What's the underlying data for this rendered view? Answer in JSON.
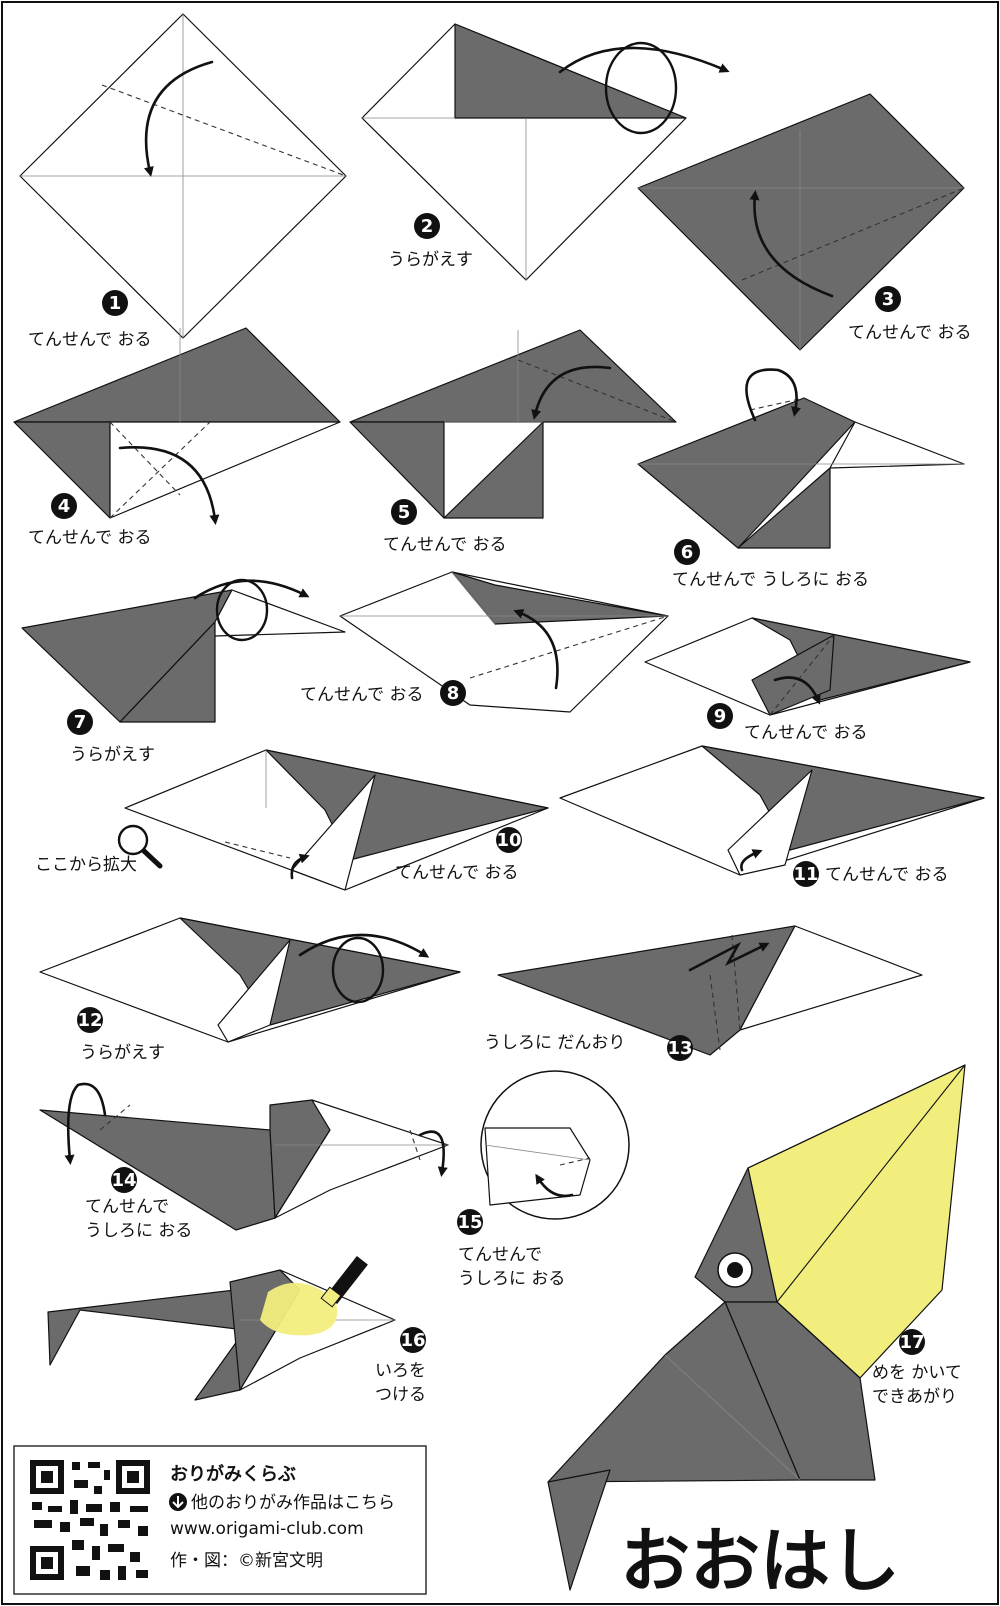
{
  "title": "おおはし",
  "steps": [
    {
      "num": "1",
      "caption": "てんせんで おる"
    },
    {
      "num": "2",
      "caption": "うらがえす"
    },
    {
      "num": "3",
      "caption": "てんせんで おる"
    },
    {
      "num": "4",
      "caption": "てんせんで おる"
    },
    {
      "num": "5",
      "caption": "てんせんで おる"
    },
    {
      "num": "6",
      "caption": "てんせんで うしろに おる"
    },
    {
      "num": "7",
      "caption": "うらがえす"
    },
    {
      "num": "8",
      "caption": "てんせんで おる"
    },
    {
      "num": "9",
      "caption": "てんせんで おる"
    },
    {
      "num": "10",
      "caption": "てんせんで おる"
    },
    {
      "num": "11",
      "caption": "てんせんで おる"
    },
    {
      "num": "12",
      "caption": "うらがえす"
    },
    {
      "num": "13",
      "caption": "うしろに だんおり"
    },
    {
      "num": "14",
      "caption": "てんせんで",
      "caption2": "うしろに おる"
    },
    {
      "num": "15",
      "caption": "てんせんで",
      "caption2": "うしろに おる"
    },
    {
      "num": "16",
      "caption": "いろを",
      "caption2": "つける"
    },
    {
      "num": "17",
      "caption": "めを かいて",
      "caption2": "できあがり"
    }
  ],
  "zoom_note": "ここから拡大",
  "footer": {
    "club_name": "おりがみくらぶ",
    "more_link": "他のおりがみ作品はこちら",
    "url": "www.origami-club.com",
    "credit": "作・図：©新宮文明"
  },
  "colors": {
    "paper_gray": "#6b6b6b",
    "beak_yellow": "#f2ee7e"
  },
  "icons": [
    "curved-arrow-icon",
    "flip-loop-icon",
    "magnifier-icon",
    "down-arrow-icon",
    "marker-pen-icon",
    "qr-code-icon"
  ]
}
